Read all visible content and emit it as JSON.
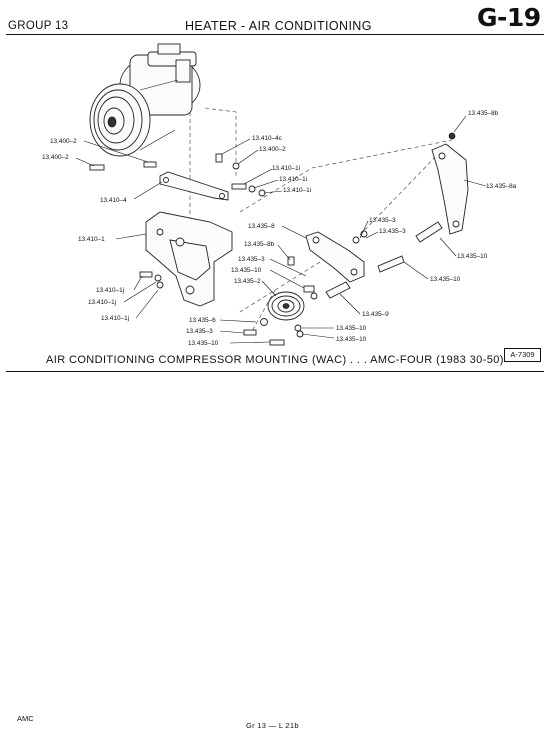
{
  "header": {
    "group": "GROUP 13",
    "title": "HEATER - AIR CONDITIONING",
    "page_code": "G-19"
  },
  "figure": {
    "caption": "AIR CONDITIONING COMPRESSOR MOUNTING (WAC) . . . AMC-FOUR (1983 30-50)",
    "figure_code": "A-7309",
    "callouts": {
      "c_13435_8b_top": "13.435–8b",
      "c_13435_8a": "13.435–8a",
      "c_13400_2_a": "13.400–2",
      "c_13400_2_b": "13.400–2",
      "c_13410_4c": "13.410–4c",
      "c_13400_2_c": "13.400–2",
      "c_13410_1i_a": "13.410–1i",
      "c_13410_1i_b": "13.410–1i",
      "c_13410_1i_c": "13.410–1i",
      "c_13410_4": "13.410–4",
      "c_13410_1": "13.410–1",
      "c_13435_8": "13.435–8",
      "c_13435_3_a": "13.435–3",
      "c_13435_3_b": "13.435–3",
      "c_13435_8b_mid": "13.435–8b",
      "c_13435_10_a": "13.435–10",
      "c_13435_3_c": "13.435–3",
      "c_13435_10_b": "13.435–10",
      "c_13435_10_c": "13.435–10",
      "c_13435_2": "13.435–2",
      "c_13410_1j_a": "13.410–1j",
      "c_13410_1j_b": "13.410–1j",
      "c_13410_1j_c": "13.410–1j",
      "c_13435_9": "13.435–9",
      "c_13435_6": "13.435–6",
      "c_13435_3_d": "13.435–3",
      "c_13435_10_d": "13.435–10",
      "c_13435_10_e": "13.435–10",
      "c_13435_10_f": "13.435–10"
    }
  },
  "footer": {
    "left": "AMC",
    "center": "Gr 13 — L 21b"
  }
}
